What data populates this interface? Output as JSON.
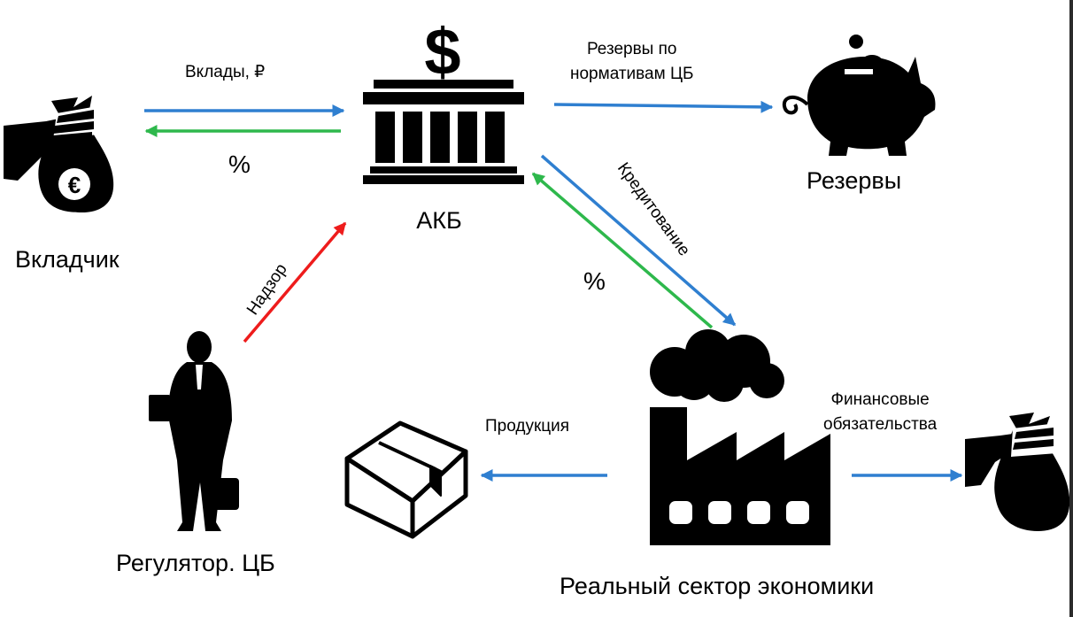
{
  "nodes": {
    "depositor": "Вкладчик",
    "bank": "АКБ",
    "reserves": "Резервы",
    "regulator": "Регулятор. ЦБ",
    "real_sector": "Реальный сектор экономики"
  },
  "flows": {
    "deposits": "Вклады, ₽",
    "deposit_interest": "%",
    "reserve_requirements": [
      "Резервы по",
      "нормативам ЦБ"
    ],
    "supervision": "Надзор",
    "crediting": "Кредитование",
    "loan_interest": "%",
    "products": "Продукция",
    "financial_obligations": [
      "Финансовые",
      "обязательства"
    ]
  },
  "colors": {
    "blue": "#2f7fd0",
    "green": "#2eb84c",
    "red": "#ee1c1c",
    "icon": "#000000"
  },
  "icons": {
    "depositor": "hand-money-bag-euro-icon",
    "bank": "bank-dollar-icon",
    "reserves": "piggy-bank-icon",
    "regulator": "businessman-icon",
    "real_sector": "factory-icon",
    "products": "box-icon",
    "obligations": "hand-money-bag-icon"
  }
}
